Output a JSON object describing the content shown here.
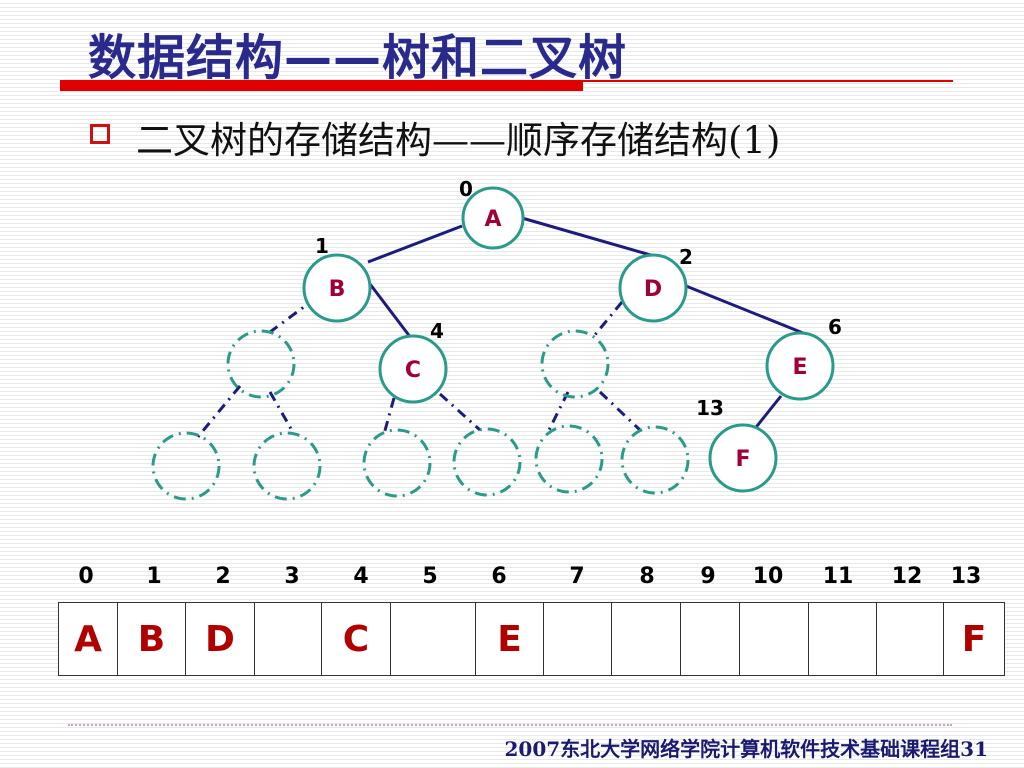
{
  "title": "数据结构——树和二叉树",
  "subtitle": "二叉树的存储结构——顺序存储结构(1)",
  "footer": "2007东北大学网络学院计算机软件技术基础课程组31",
  "colors": {
    "title": "#2a2a8c",
    "accent_red": "#e00000",
    "node_border": "#2a9a8a",
    "node_label": "#a0003a",
    "edge": "#1c1c7a"
  },
  "tree": {
    "nodes": [
      {
        "id": "A",
        "label": "A",
        "index": "0"
      },
      {
        "id": "B",
        "label": "B",
        "index": "1"
      },
      {
        "id": "D",
        "label": "D",
        "index": "2"
      },
      {
        "id": "C",
        "label": "C",
        "index": "4"
      },
      {
        "id": "E",
        "label": "E",
        "index": "6"
      },
      {
        "id": "F",
        "label": "F",
        "index": "13"
      }
    ]
  },
  "array": {
    "indices": [
      "0",
      "1",
      "2",
      "3",
      "4",
      "5",
      "6",
      "7",
      "8",
      "9",
      "10",
      "11",
      "12",
      "13"
    ],
    "cells": [
      "A",
      "B",
      "D",
      "",
      "C",
      "",
      "E",
      "",
      "",
      "",
      "",
      "",
      "",
      "F"
    ]
  }
}
